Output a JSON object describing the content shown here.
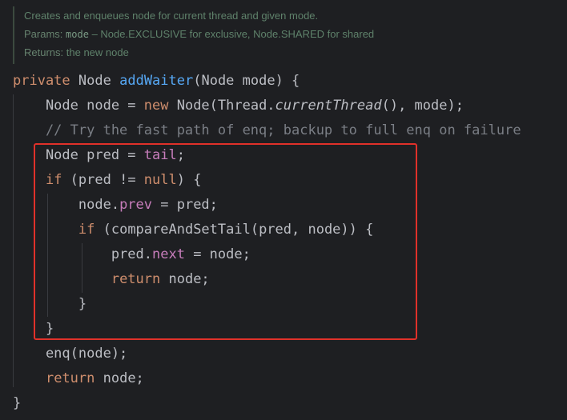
{
  "doc": {
    "summary": "Creates and enqueues node for current thread and given mode.",
    "params_tag": "Params:",
    "params_name": "mode",
    "params_text": "– Node.EXCLUSIVE for exclusive, Node.SHARED for shared",
    "returns_tag": "Returns:",
    "returns_text": "the new node"
  },
  "code": {
    "l1_private": "private",
    "l1_type": "Node",
    "l1_method": "addWaiter",
    "l1_rest": "(Node mode) {",
    "l2_a": "    Node node = ",
    "l2_new": "new",
    "l2_b": " Node(Thread.",
    "l2_call": "currentThread",
    "l2_c": "(), mode);",
    "l3_comment": "    // Try the fast path of enq; backup to full enq on failure",
    "l4_a": "    Node pred = ",
    "l4_field": "tail",
    "l4_b": ";",
    "l5_indent": "    ",
    "l5_if": "if",
    "l5_a": " (pred != ",
    "l5_null": "null",
    "l5_b": ") {",
    "l6_a": "        node.",
    "l6_field": "prev",
    "l6_b": " = pred;",
    "l7_indent": "        ",
    "l7_if": "if",
    "l7_a": " (compareAndSetTail(pred, node)) {",
    "l8_a": "            pred.",
    "l8_field": "next",
    "l8_b": " = node;",
    "l9_indent": "            ",
    "l9_return": "return",
    "l9_a": " node;",
    "l10": "        }",
    "l11": "    }",
    "l12_a": "    enq(node);",
    "l13_indent": "    ",
    "l13_return": "return",
    "l13_a": " node;",
    "l14": "}"
  },
  "colors": {
    "background": "#1e1f22",
    "keyword": "#cf8e6d",
    "method": "#56a8f5",
    "field": "#c77dbb",
    "comment": "#7a7e85",
    "doc": "#5f826b",
    "highlight": "#e0312a"
  }
}
